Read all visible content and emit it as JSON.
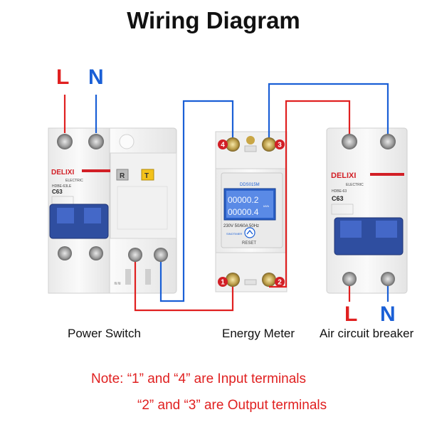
{
  "title": "Wiring Diagram",
  "colors": {
    "line": "#e02020",
    "neutral": "#1a5fd6",
    "breaker_body": "#f4f4f4",
    "handle": "#2f4ea0",
    "lcd": "#2a5fc6"
  },
  "inputs": {
    "left_L": "L",
    "left_N": "N",
    "right_L": "L",
    "right_N": "N"
  },
  "power_switch": {
    "label": "Power Switch",
    "brand": "DELIXI",
    "sub": "ELECTRIC",
    "model": "HDBE-63LE",
    "rating": "C63",
    "button_r": "R",
    "button_t": "T"
  },
  "energy_meter": {
    "label": "Energy Meter",
    "model": "DDS015M",
    "reading_1": "00000.2",
    "reading_2": "00000.4",
    "unit": "kWh",
    "spec": "230V 50/60A 50Hz",
    "reset": "RESET",
    "brand": "SINOTIMER",
    "terminals": [
      "1",
      "2",
      "3",
      "4"
    ]
  },
  "air_breaker": {
    "label": "Air circuit breaker",
    "brand": "DELIXI",
    "sub": "ELECTRIC",
    "model": "HDBE-63",
    "rating": "C63"
  },
  "notes": {
    "line1": "Note:  “1” and “4” are Input terminals",
    "line2": "“2” and “3” are Output terminals"
  }
}
